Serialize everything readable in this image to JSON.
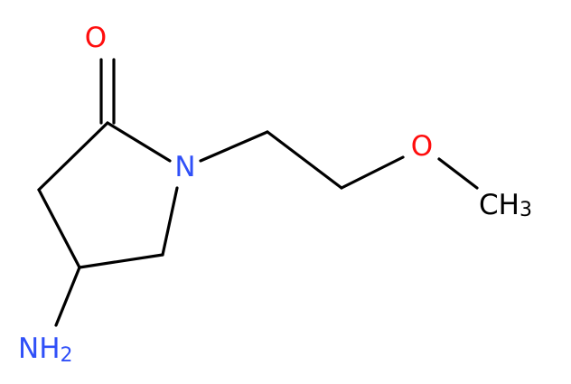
{
  "molecule": {
    "colors": {
      "bond": "#000000",
      "nitrogen": "#3050F8",
      "oxygen": "#FF0D0D",
      "carbon": "#000000",
      "background": "#FFFFFF"
    },
    "atoms": {
      "carbonyl_oxygen": {
        "symbol": "O"
      },
      "ring_nitrogen": {
        "symbol": "N"
      },
      "ether_oxygen": {
        "symbol": "O"
      },
      "methyl": {
        "symbol": "CH",
        "subscript": "3"
      },
      "amine": {
        "symbol": "NH",
        "subscript": "2"
      }
    }
  }
}
